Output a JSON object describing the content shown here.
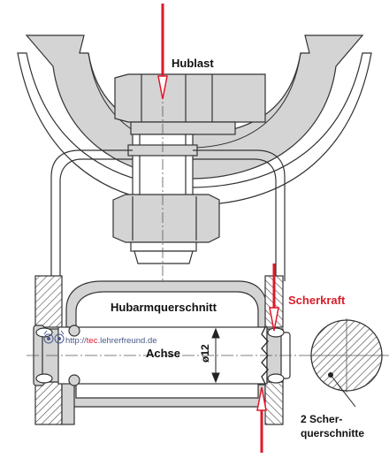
{
  "labels": {
    "hublast": "Hublast",
    "hubarmquerschnitt": "Hubarmquerschnitt",
    "achse": "Achse",
    "diameter": "ø12",
    "scherkraft": "Scherkraft",
    "scherquerschnitte_line1": "2 Scher-",
    "scherquerschnitte_line2": "querschnitte"
  },
  "watermark": {
    "prefix": "http://",
    "tec": "tec",
    "rest": ".lehrerfreund.de"
  },
  "colors": {
    "force_arrow": "#e0182a",
    "scherkraft_text": "#d81e2a",
    "section_fill": "#d4d4d4",
    "hatch": "#555555",
    "outline": "#333333",
    "watermark": "#4a5a8a"
  },
  "icons": {
    "watermark_logo": "owl-logo-icon"
  }
}
